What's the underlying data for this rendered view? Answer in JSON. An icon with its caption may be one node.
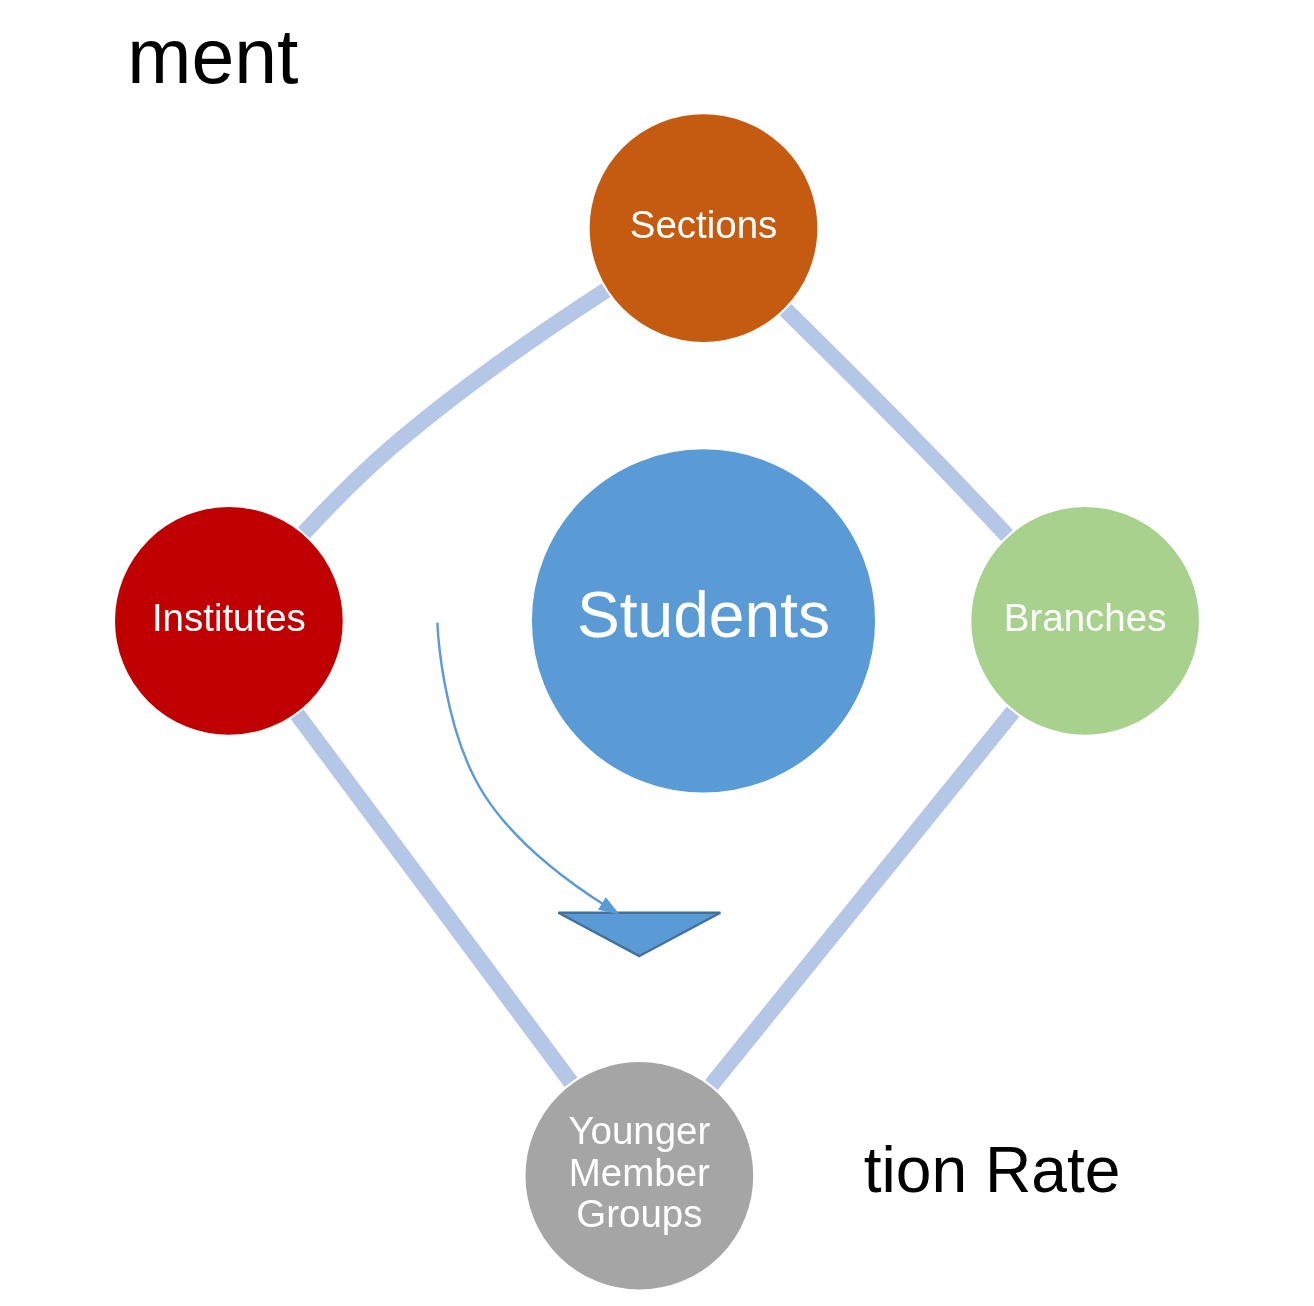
{
  "diagram": {
    "title": "ment",
    "nodes": [
      {
        "text": [
          "Sections"
        ]
      },
      {
        "text": [
          "Institutes"
        ]
      },
      {
        "text": [
          "Students"
        ]
      },
      {
        "text": [
          "Branches"
        ]
      },
      {
        "text": [
          "Younger Member Groups"
        ]
      },
      {
        "text": [],
        "shape": "wedge"
      }
    ],
    "edges": [
      {
        "from": 0,
        "to": 3,
        "arrow": "none"
      },
      {
        "from": 3,
        "to": 4,
        "arrow": "none"
      },
      {
        "from": 4,
        "to": 1,
        "arrow": "none"
      },
      {
        "from": 1,
        "to": 0,
        "arrow": "none"
      },
      {
        "from": null,
        "to": 5,
        "arrow": "to",
        "color": "#5b9bd5"
      }
    ],
    "labels": [
      "tion Rate"
    ]
  }
}
